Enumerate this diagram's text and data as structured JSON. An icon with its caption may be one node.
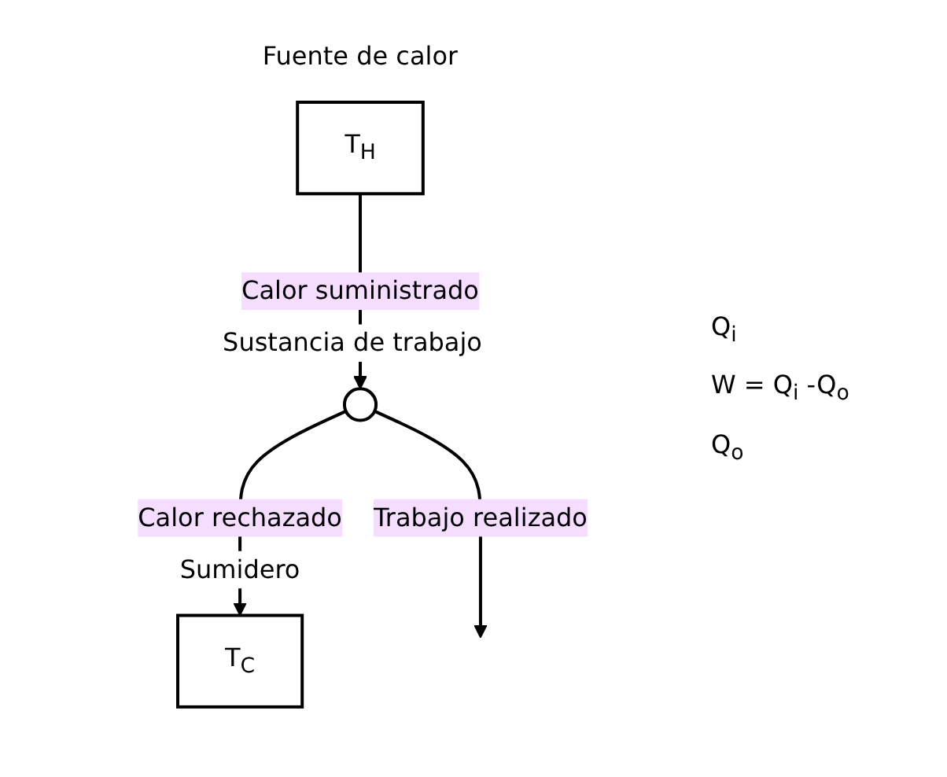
{
  "diagram": {
    "nodes": [
      {
        "text": [
          "T$_{H}$"
        ],
        "beside": [
          "Fuente de calor"
        ]
      },
      {
        "text": [],
        "shape": "circle",
        "beside": [
          "Sustancia de trabajo"
        ]
      },
      {
        "text": [
          "T$_{C}$"
        ],
        "beside": [
          "Sumidero"
        ]
      }
    ],
    "edges": [
      {
        "from": 0,
        "to": 1,
        "arrow": "to",
        "label": "Calor suministrado"
      },
      {
        "from": 1,
        "to": null,
        "arrow": "to",
        "label": "Trabajo realizado"
      },
      {
        "from": 1,
        "to": 2,
        "arrow": "to",
        "label": "Calor rechazado"
      }
    ],
    "labels": [
      "Q$_{i}$",
      "W = Q$_{i}$ -Q$_{o}$",
      "Q$_{o}$"
    ]
  }
}
